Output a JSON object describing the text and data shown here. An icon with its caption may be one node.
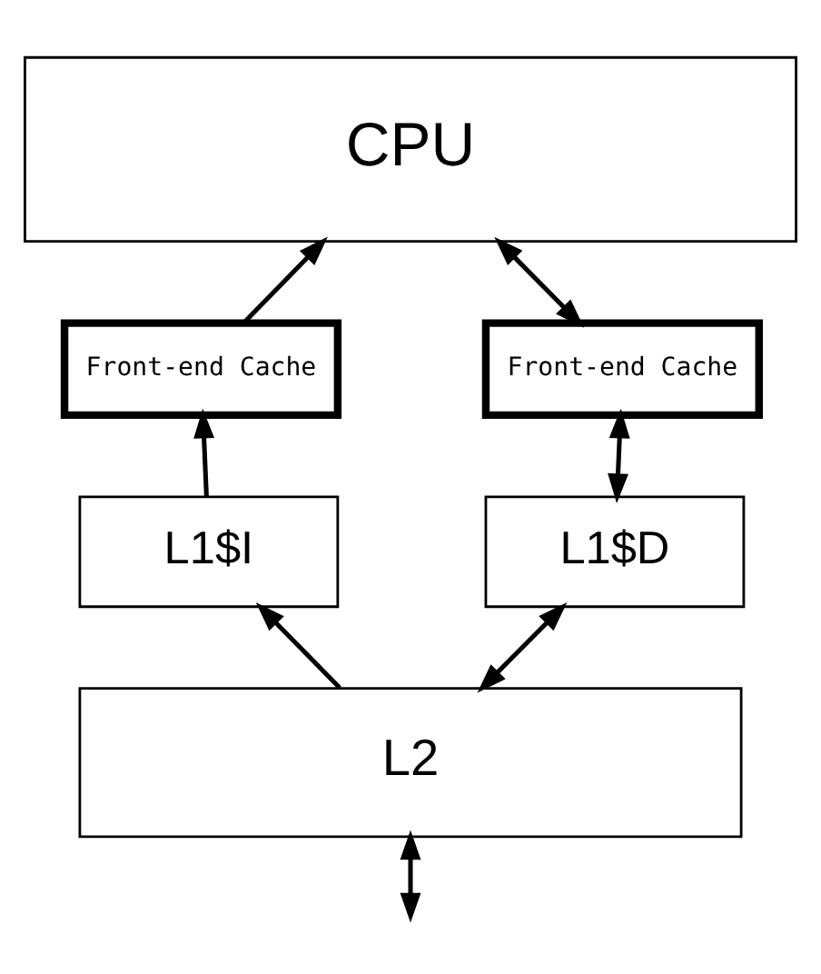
{
  "diagram": {
    "nodes": [
      {
        "text": [
          "CPU"
        ]
      },
      {
        "text": [
          "Front-end Cache"
        ]
      },
      {
        "text": [
          "Front-end Cache"
        ]
      },
      {
        "text": [
          "L1$I"
        ]
      },
      {
        "text": [
          "L1$D"
        ]
      },
      {
        "text": [
          "L2"
        ]
      }
    ],
    "edges": [
      {
        "from": 1,
        "to": 0,
        "arrow": "to"
      },
      {
        "from": 0,
        "to": 2,
        "arrow": "both"
      },
      {
        "from": 3,
        "to": 1,
        "arrow": "to"
      },
      {
        "from": 2,
        "to": 4,
        "arrow": "both"
      },
      {
        "from": 5,
        "to": 3,
        "arrow": "to"
      },
      {
        "from": 4,
        "to": 5,
        "arrow": "both"
      },
      {
        "from": 5,
        "to": null,
        "arrow": "both"
      }
    ]
  }
}
